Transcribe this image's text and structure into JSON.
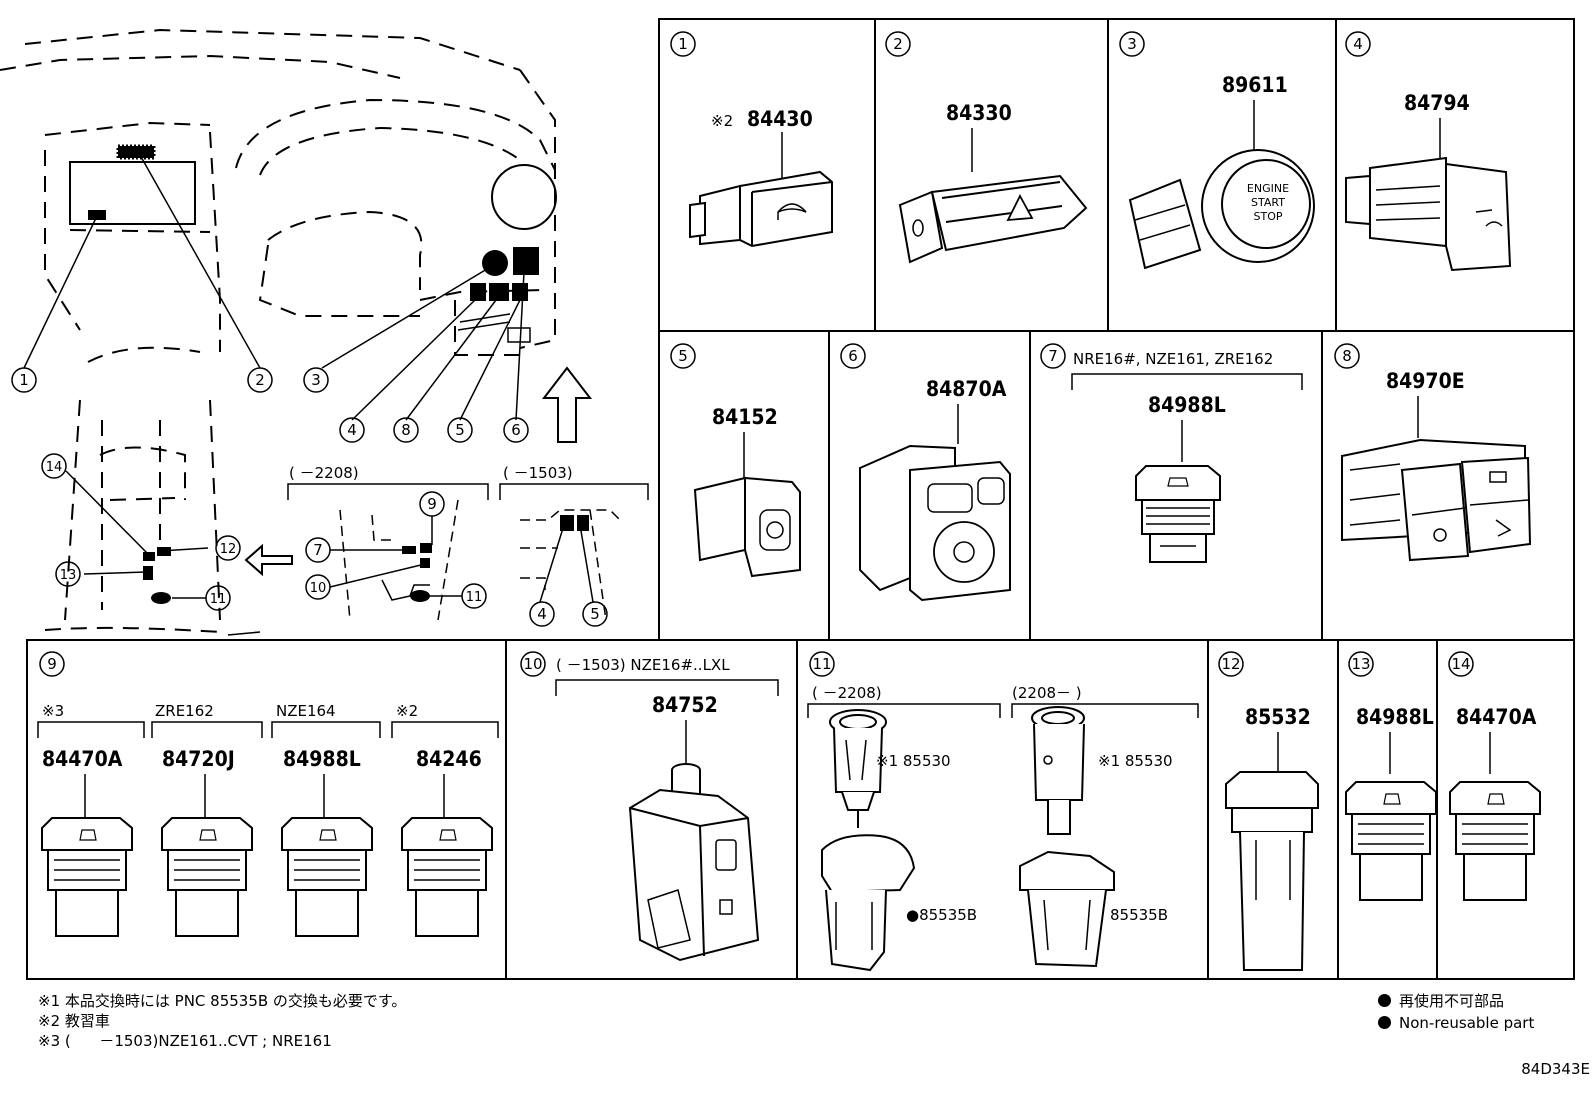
{
  "diagram_code": "84D343E",
  "callouts": {
    "c1": "1",
    "c2": "2",
    "c3": "3",
    "c4": "4",
    "c5": "5",
    "c6": "6",
    "c7": "7",
    "c8": "8",
    "c9": "9",
    "c10": "10",
    "c11": "11",
    "c12": "12",
    "c13": "13",
    "c14": "14"
  },
  "overview": {
    "range_left": "(     －2208)",
    "range_right": "(     －1503)"
  },
  "cells": {
    "cell1": {
      "note": "※2",
      "part": "84430"
    },
    "cell2": {
      "part": "84330"
    },
    "cell3": {
      "part": "89611",
      "button_text": [
        "ENGINE",
        "START",
        "STOP"
      ]
    },
    "cell4": {
      "part": "84794"
    },
    "cell5": {
      "part": "84152"
    },
    "cell6": {
      "part": "84870A"
    },
    "cell7": {
      "header": "NRE16#, NZE161, ZRE162",
      "part": "84988L"
    },
    "cell8": {
      "part": "84970E"
    },
    "cell9": {
      "variants": [
        {
          "label": "※3",
          "part": "84470A"
        },
        {
          "label": "ZRE162",
          "part": "84720J"
        },
        {
          "label": "NZE164",
          "part": "84988L"
        },
        {
          "label": "※2",
          "part": "84246"
        }
      ]
    },
    "cell10": {
      "header": "(     －1503) NZE16#..LXL",
      "part": "84752"
    },
    "cell11": {
      "range_left": "(     －2208)",
      "range_right": "(2208－     )",
      "upper_left": "※1 85530",
      "upper_right": "※1 85530",
      "lower_left": "●85535B",
      "lower_right": "85535B"
    },
    "cell12": {
      "part": "85532"
    },
    "cell13": {
      "part": "84988L"
    },
    "cell14": {
      "part": "84470A"
    }
  },
  "footnotes": {
    "n1": "※1 本品交換時には PNC 85535B の交換も必要です。",
    "n2": "※2 教習車",
    "n3": "※3 (      －1503)NZE161..CVT ; NRE161"
  },
  "legend": {
    "jp": "再使用不可部品",
    "en": "Non-reusable part"
  }
}
